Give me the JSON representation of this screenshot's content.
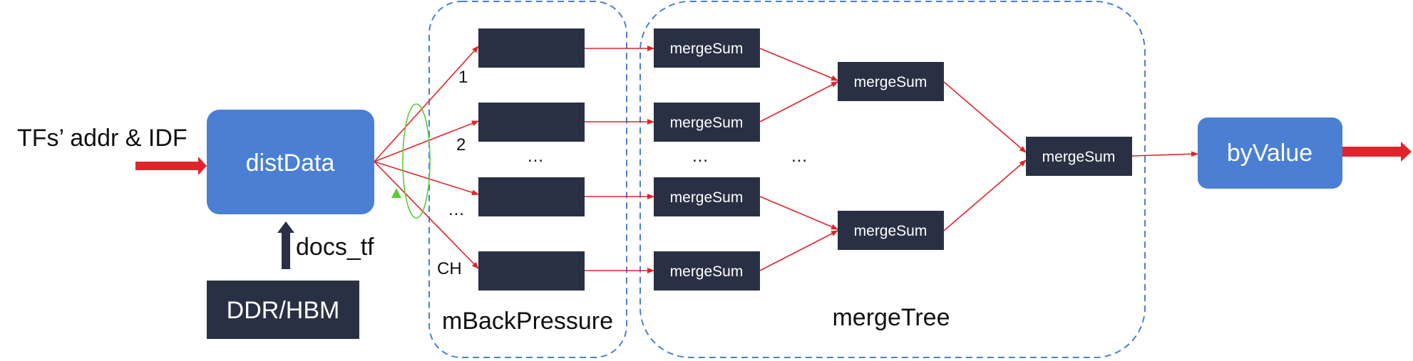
{
  "input_label": "TFs’ addr & IDF",
  "dist_data": {
    "label": "distData"
  },
  "docs_label": "docs_tf",
  "memory": {
    "label": "DDR/HBM"
  },
  "channel_labels": [
    "1",
    "2",
    "…",
    "CH"
  ],
  "backpressure": {
    "label": "mBackPressure",
    "ellipsis": "…"
  },
  "merge_tree": {
    "label": "mergeTree",
    "node_label": "mergeSum",
    "ellipsis_col1": "…",
    "ellipsis_col2": "…"
  },
  "output": {
    "label": "byValue"
  },
  "colors": {
    "blue_box": "#4a7fd4",
    "dark_box": "#2a3044",
    "red_arrow": "#e0242b",
    "dashed_border": "#4a7fd4",
    "green_arc": "#5ccc3a"
  }
}
